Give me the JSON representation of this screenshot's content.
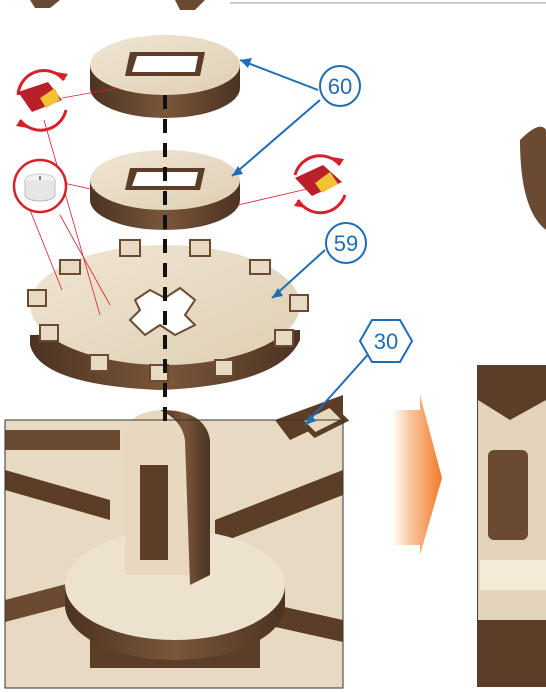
{
  "callouts": {
    "part_60": "60",
    "part_59": "59",
    "part_30": "30"
  },
  "colors": {
    "plywood_face": "#e9dcc6",
    "plywood_edge": "#6a4a31",
    "plywood_edge_dark": "#4b3322",
    "callout_blue": "#1f6db5",
    "highlight_red": "#d8202a",
    "arrow_orange": "#f07a2a"
  },
  "icons": [
    "rotate-arrow-icon",
    "tealight-candle-icon",
    "glue-icon",
    "step-arrow-icon"
  ]
}
